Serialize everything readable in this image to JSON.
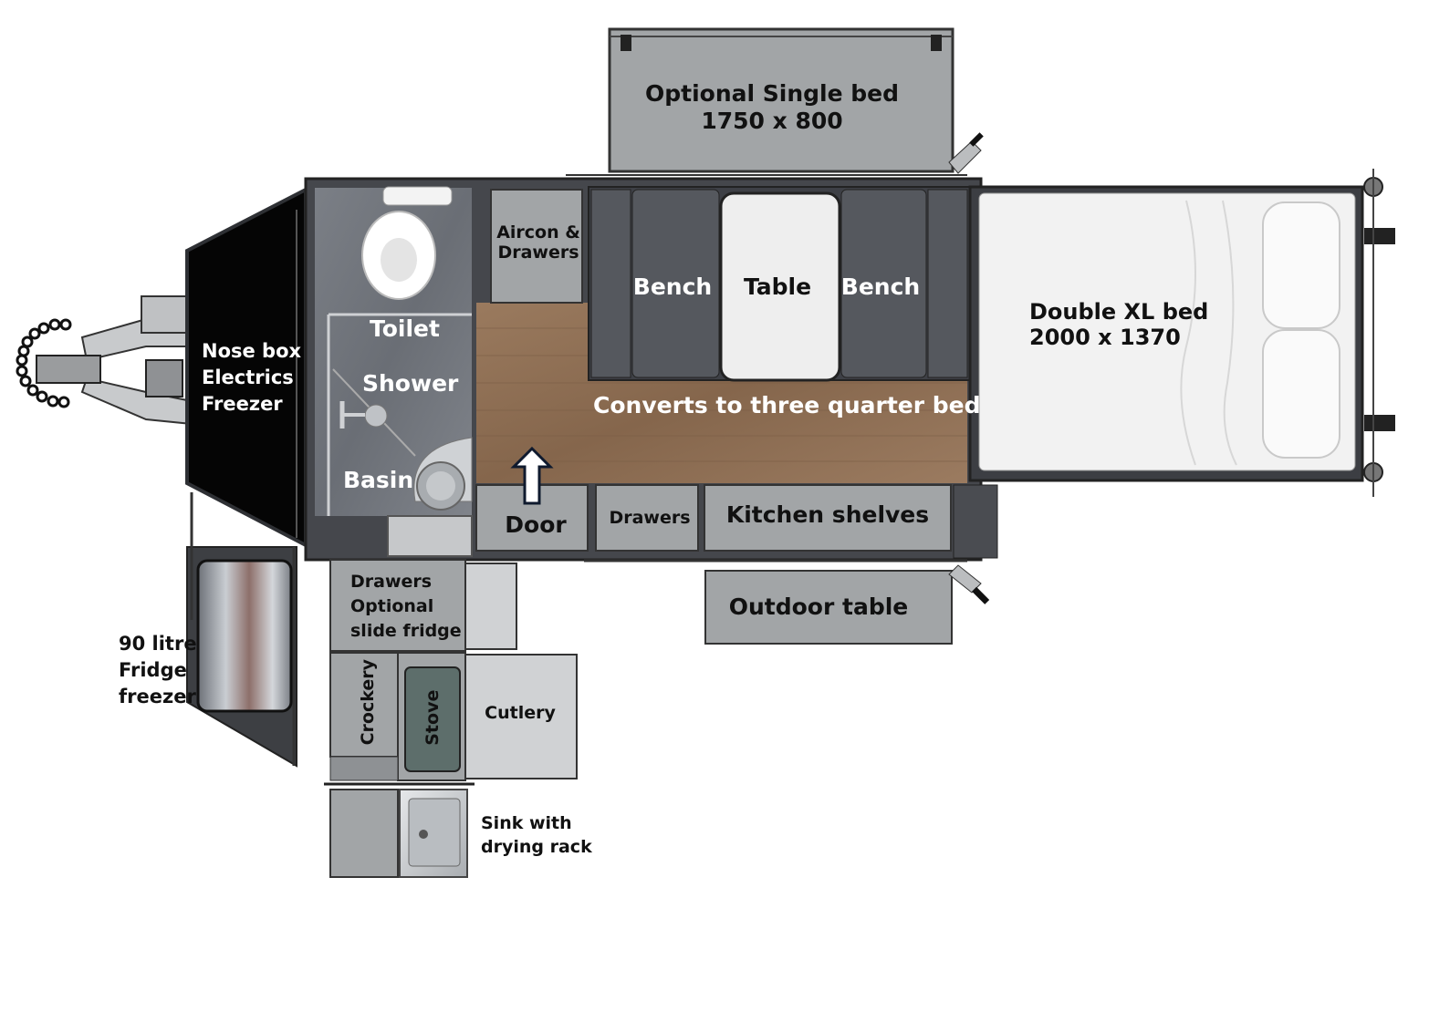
{
  "labels": {
    "single_bed": "Optional Single bed\n1750 x 800",
    "double_bed": "Double XL bed\n2000 x 1370",
    "aircon": "Aircon &\nDrawers",
    "bench_left": "Bench",
    "table": "Table",
    "bench_right": "Bench",
    "converts": "Converts to three quarter bed",
    "nose_box": "Nose box\nElectrics\nFreezer",
    "toilet": "Toilet",
    "shower": "Shower",
    "basin": "Basin",
    "door": "Door",
    "drawers": "Drawers",
    "kitchen_shelves": "Kitchen shelves",
    "outdoor_table": "Outdoor table",
    "drawers_fridge": "Drawers\nOptional\nslide fridge",
    "fridge": "90 litre\nFridge\nfreezer",
    "crockery": "Crockery",
    "stove": "Stove",
    "cutlery": "Cutlery",
    "sink": "Sink with\ndrying rack"
  },
  "colors": {
    "panel_grey": "#a2a5a7",
    "dark_grey": "#4e5157",
    "floor_wood": "#8c6c52",
    "nose_black": "#050505",
    "bed_white": "#f1f1f1",
    "frame": "#3a3c40"
  }
}
